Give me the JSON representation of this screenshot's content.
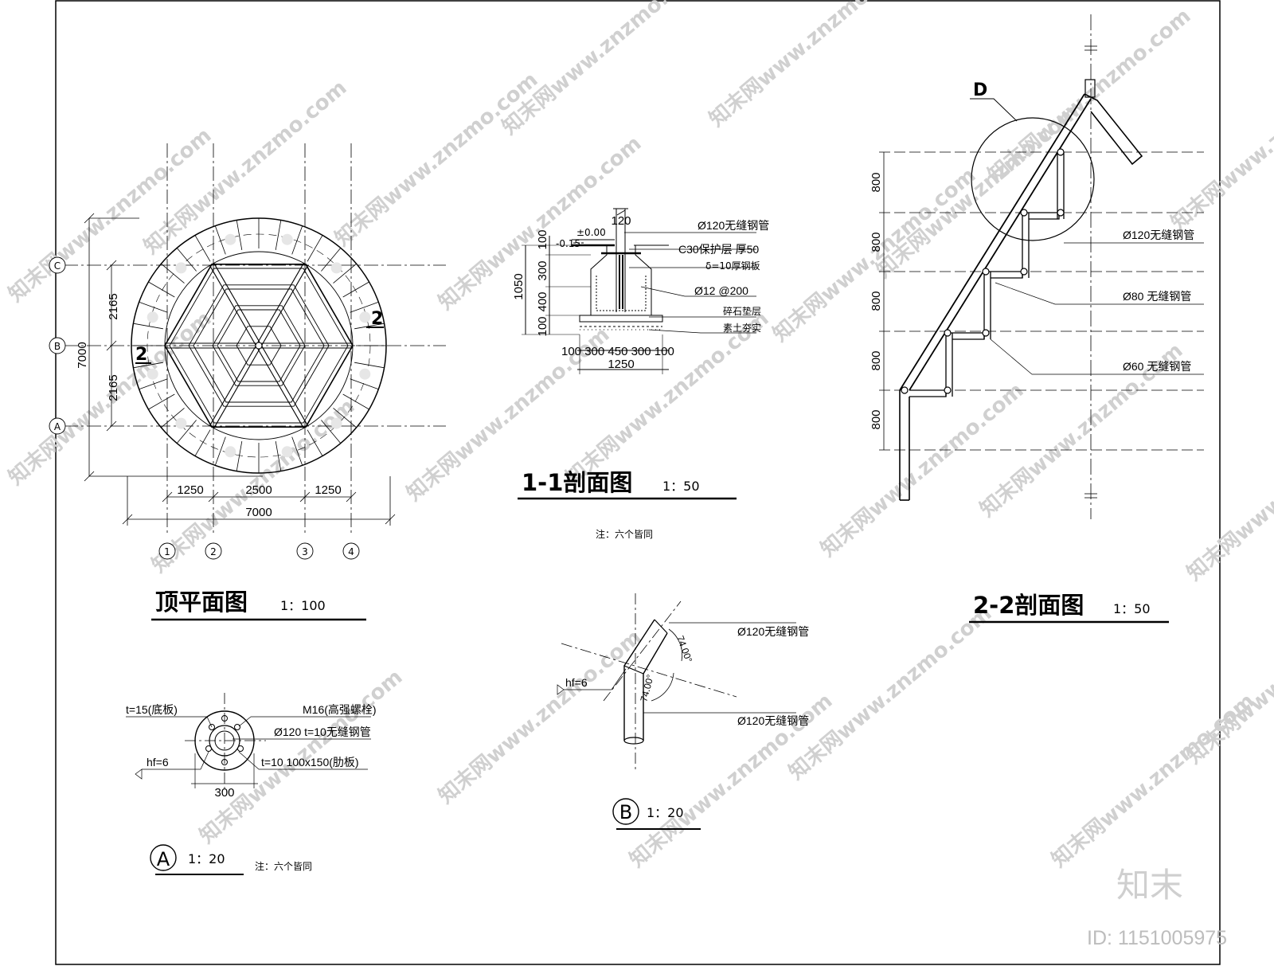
{
  "plan": {
    "title": "顶平面图",
    "scale": "1：100",
    "dims_bottom": [
      "1250",
      "2500",
      "1250"
    ],
    "dim_bottom_total": "7000",
    "dims_left": [
      "2165",
      "2165"
    ],
    "dim_left_total": "7000",
    "axis_cols": [
      "1",
      "2",
      "3",
      "4"
    ],
    "axis_rows": [
      "C",
      "B",
      "A"
    ],
    "section_mark_left": "2",
    "section_mark_right": "2"
  },
  "section11": {
    "title": "1-1剖面图",
    "scale": "1：50",
    "note": "注：六个皆同",
    "top_dim": "120",
    "elev_0": "±0.00",
    "elev_015": "-0.15",
    "vdims": [
      "100",
      "300",
      "400",
      "100"
    ],
    "vdim_total": "1050",
    "hdims": [
      "100",
      "300",
      "450",
      "300",
      "100"
    ],
    "hdim_total": "1250",
    "labels": [
      "Ø120无缝钢管",
      "C30保护层  厚50",
      "δ=10厚钢板",
      "Ø12  @200",
      "碎石垫层",
      "素土夯实"
    ]
  },
  "section22": {
    "title": "2-2剖面图",
    "scale": "1：50",
    "detail_mark": "D",
    "vdims": [
      "800",
      "800",
      "800",
      "800",
      "800"
    ],
    "labels": [
      "Ø120无缝钢管",
      "Ø80 无缝钢管",
      "Ø60 无缝钢管"
    ]
  },
  "detailA": {
    "mark": "A",
    "scale": "1：20",
    "note": "注：六个皆同",
    "labels": [
      "t=15(底板)",
      "M16(高强螺栓)",
      "Ø120  t=10无缝钢管",
      "t=10  100x150(肋板)"
    ],
    "weld": "hf=6",
    "dim": "300"
  },
  "detailB": {
    "mark": "B",
    "scale": "1：20",
    "labels": [
      "Ø120无缝钢管",
      "Ø120无缝钢管"
    ],
    "weld": "hf=6",
    "angle1": "74.00°",
    "angle2": "74.00°"
  },
  "brand": {
    "watermark": "知末网www.znzmo.com",
    "logo": "知末",
    "id": "ID: 1151005975"
  }
}
